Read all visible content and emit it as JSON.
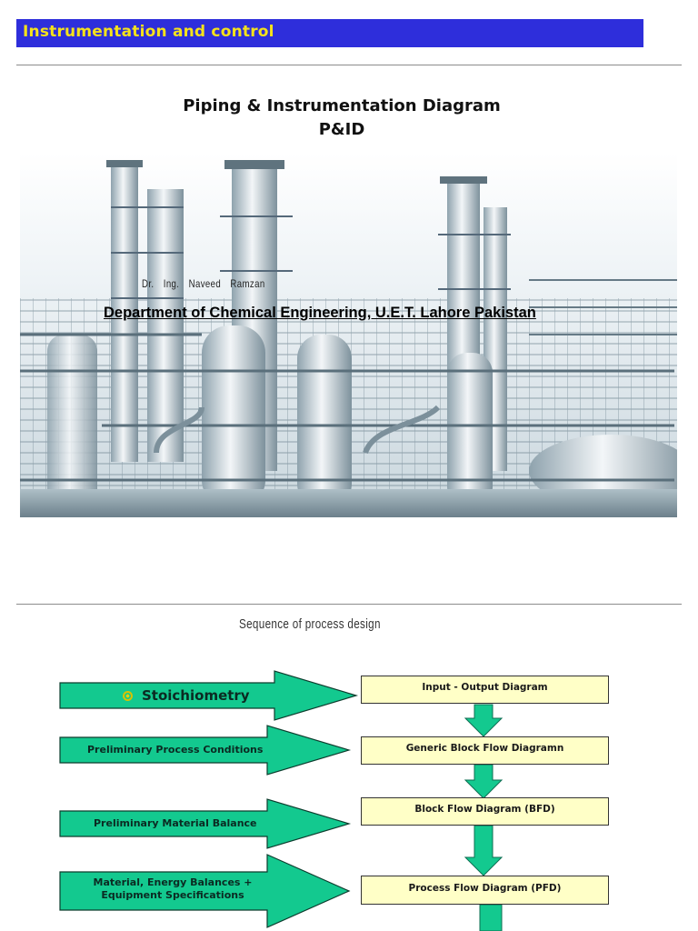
{
  "slide1": {
    "banner_title": "Instrumentation and control",
    "heading_line1": "Piping & Instrumentation Diagram",
    "heading_line2": "P&ID",
    "author": [
      "Dr.",
      "Ing.",
      "Naveed",
      "Ramzan"
    ],
    "department": "Department of Chemical Engineering, U.E.T. Lahore Pakistan"
  },
  "slide2": {
    "title": "Sequence of process design",
    "inputs": [
      {
        "label": "Stoichiometry",
        "bullet": "circle-bullet-icon"
      },
      {
        "label": "Preliminary Process Conditions"
      },
      {
        "label": "Preliminary Material Balance"
      },
      {
        "label_line1": "Material, Energy Balances +",
        "label_line2": "Equipment Specifications"
      }
    ],
    "boxes": [
      "Input - Output  Diagram",
      "Generic Block Flow Diagramn",
      "Block Flow Diagram (BFD)",
      "Process Flow Diagram (PFD)"
    ]
  },
  "colors": {
    "banner_bg": "#2e2edb",
    "banner_text": "#f5e21b",
    "arrow_fill": "#13c98f",
    "box_fill": "#ffffc7"
  }
}
